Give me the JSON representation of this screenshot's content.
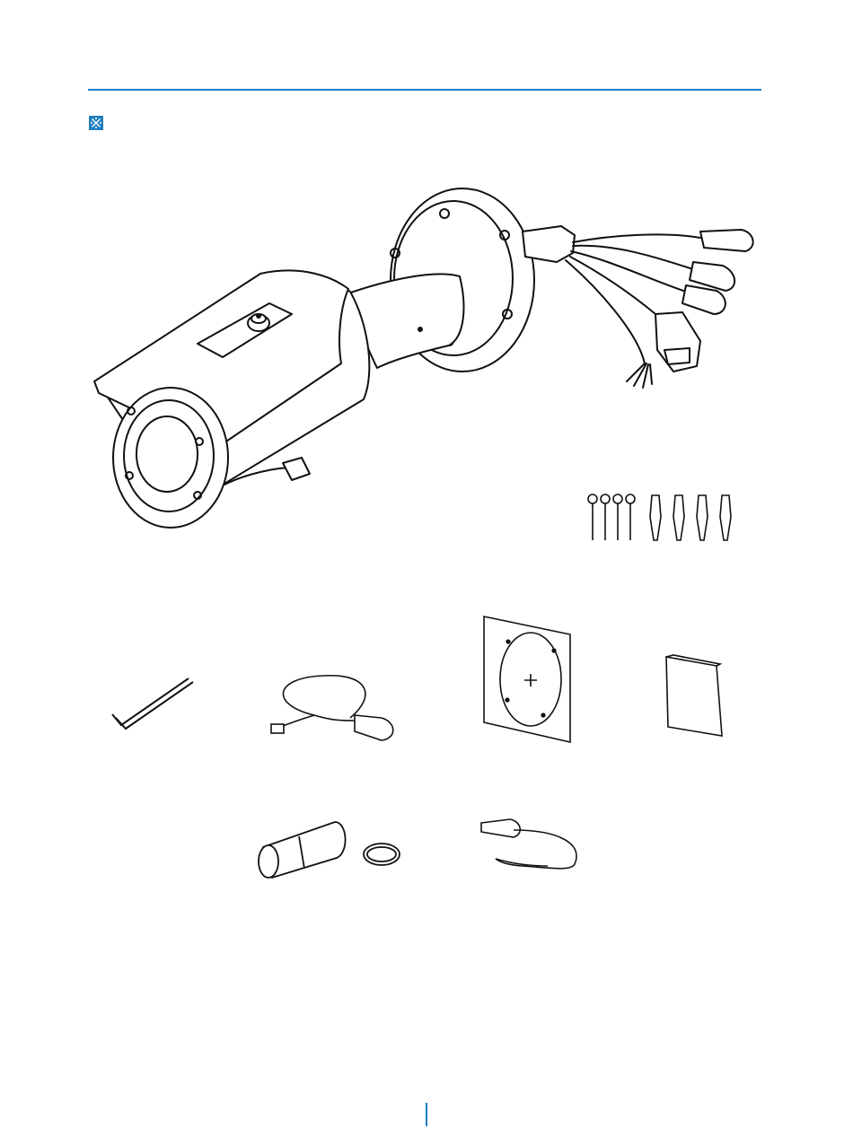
{
  "page": {
    "accent_color": "#1f7fc0",
    "note_icon": "reference-mark-icon"
  },
  "items": [
    {
      "id": "camera",
      "icon": "bullet-camera-with-mount-illustration"
    },
    {
      "id": "screws",
      "icon": "screws-and-anchors-illustration"
    },
    {
      "id": "wrench",
      "icon": "l-wrench-illustration"
    },
    {
      "id": "cable",
      "icon": "test-cable-illustration"
    },
    {
      "id": "template",
      "icon": "mounting-template-illustration"
    },
    {
      "id": "manual",
      "icon": "user-manual-illustration"
    },
    {
      "id": "waterproof",
      "icon": "waterproof-cap-and-ring-illustration"
    },
    {
      "id": "bnc",
      "icon": "bnc-cable-illustration"
    }
  ]
}
